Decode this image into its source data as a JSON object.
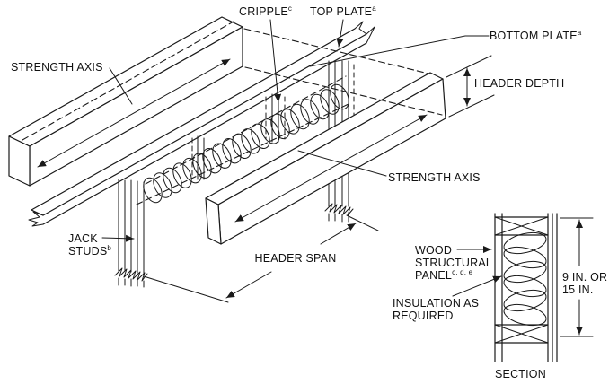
{
  "diagram": {
    "type": "construction-detail",
    "subject": "wood structural panel box header framing isometric with wall section",
    "colors": {
      "line_color": "#1a1a1a",
      "background": "#ffffff"
    },
    "labels": {
      "strength_axis_upper": "STRENGTH AXIS",
      "cripple": {
        "base": "CRIPPLE",
        "sup": "c"
      },
      "top_plate": {
        "base": "TOP PLATE",
        "sup": "a"
      },
      "bottom_plate": {
        "base": "BOTTOM PLATE",
        "sup": "a"
      },
      "header_depth": "HEADER DEPTH",
      "strength_axis_lower": "STRENGTH AXIS",
      "jack_studs": {
        "line1": "JACK",
        "line2": "STUDS",
        "sup": "b"
      },
      "header_span": "HEADER SPAN",
      "wood_structural_panel": {
        "line1": "WOOD",
        "line2": "STRUCTURAL",
        "line3": "PANEL",
        "sup": "c, d, e"
      },
      "insulation": {
        "line1": "INSULATION AS",
        "line2": "REQUIRED"
      },
      "section_dimension": {
        "line1": "9 IN. OR",
        "line2": "15 IN."
      },
      "section_title": "SECTION"
    }
  }
}
